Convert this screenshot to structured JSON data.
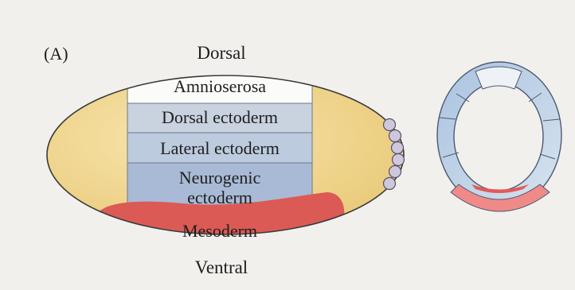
{
  "panel_label": "(A)",
  "orientation": {
    "top": "Dorsal",
    "bottom": "Ventral"
  },
  "regions": [
    {
      "label": "Amnioserosa",
      "color": "#fbfbf9"
    },
    {
      "label": "Dorsal ectoderm",
      "color": "#c9d2df"
    },
    {
      "label": "Lateral ectoderm",
      "color": "#bccbde"
    },
    {
      "label_lines": [
        "Neurogenic",
        "ectoderm"
      ],
      "color": "#a9bad6"
    },
    {
      "label": "Mesoderm",
      "color": "#dc5a55"
    }
  ],
  "colors": {
    "embryo_yolk": "#f0d88f",
    "pole_cells": "#cfc7dc",
    "cross_section_blue": "#bcd0e6",
    "cross_section_red": "#e25a58",
    "background": "#f1f0ed"
  }
}
